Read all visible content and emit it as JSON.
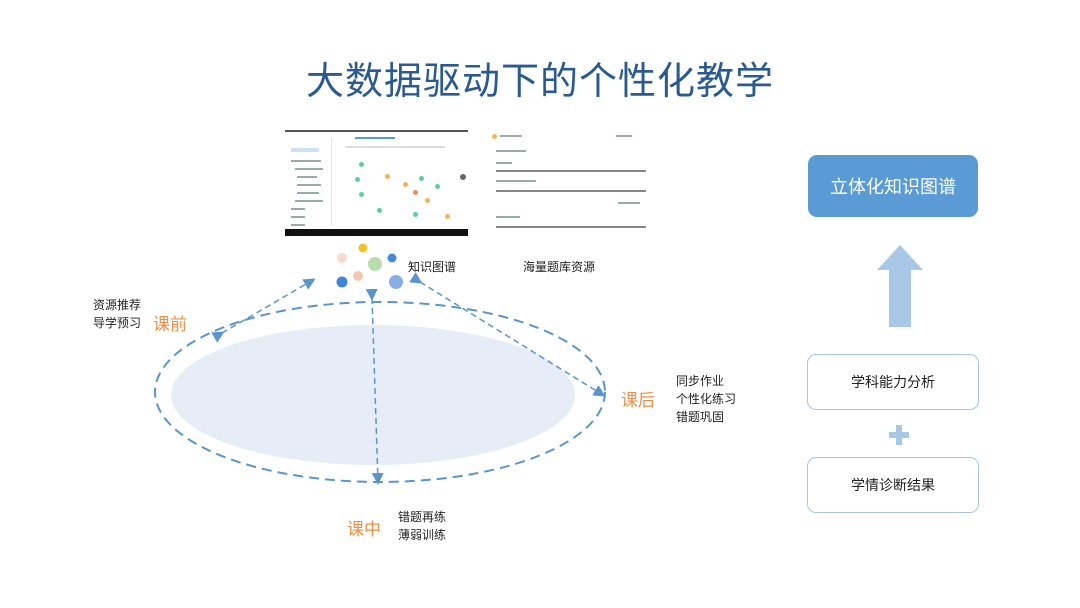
{
  "title": "大数据驱动下的个性化教学",
  "screenshots": {
    "knowledge_graph_app": "knowledge-graph-app-screenshot",
    "question_bank_app": "question-bank-app-screenshot"
  },
  "labels": {
    "knowledge_graph": "知识图谱",
    "question_bank": "海量题库资源"
  },
  "phases": {
    "before_class": {
      "name": "课前",
      "items": [
        "资源推荐",
        "导学预习"
      ]
    },
    "in_class": {
      "name": "课中",
      "items": [
        "错题再练",
        "薄弱训练"
      ]
    },
    "after_class": {
      "name": "课后",
      "items": [
        "同步作业",
        "个性化练习",
        "错题巩固"
      ]
    }
  },
  "right_panel": {
    "top_box": "立体化知识图谱",
    "middle_box": "学科能力分析",
    "bottom_box": "学情诊断结果",
    "arrow_icon": "up-arrow-icon",
    "plus_icon": "plus-icon"
  },
  "colors": {
    "title": "#2a5a8f",
    "accent_blue": "#5b9bd5",
    "phase_orange": "#e8914a",
    "ellipse_fill": "#e6edf7",
    "dash": "#5b95c9"
  }
}
